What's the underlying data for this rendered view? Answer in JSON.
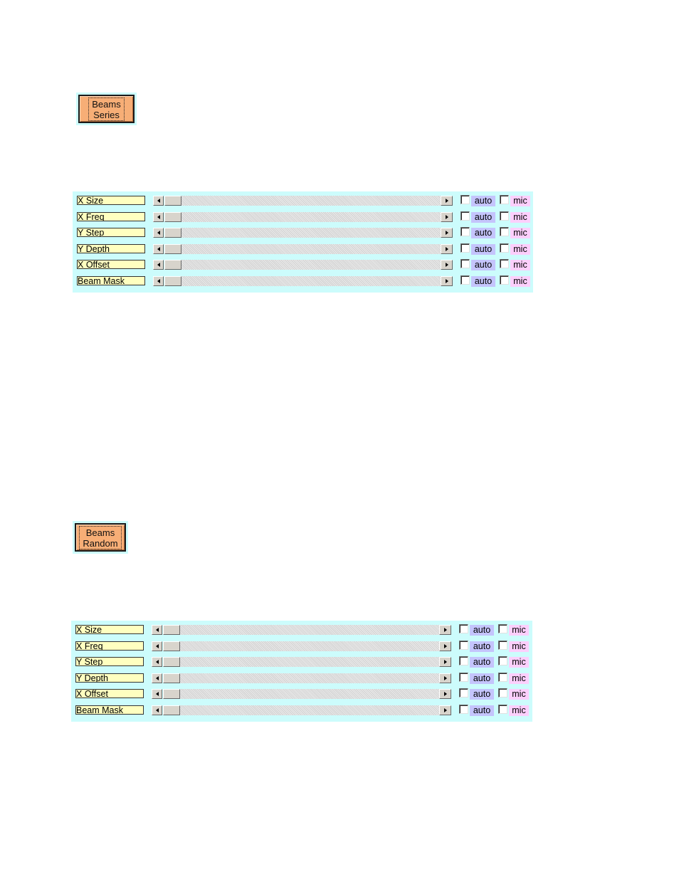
{
  "colors": {
    "panel_bg": "#ccfcfc",
    "button_bg": "#f7ae76",
    "label_bg": "#ffffc0",
    "auto_bg": "#c4c4fc",
    "mic_bg": "#fccffc"
  },
  "series": {
    "button": {
      "line1": "Beams",
      "line2": "Series"
    },
    "params": [
      {
        "first": "X",
        "rest": " Size",
        "auto_label": "auto",
        "mic_label": "mic",
        "auto_checked": false,
        "mic_checked": false
      },
      {
        "first": "X",
        "rest": " Freq",
        "auto_label": "auto",
        "mic_label": "mic",
        "auto_checked": false,
        "mic_checked": false
      },
      {
        "first": "Y",
        "rest": " Step",
        "auto_label": "auto",
        "mic_label": "mic",
        "auto_checked": false,
        "mic_checked": false
      },
      {
        "first": "Y",
        "rest": " Depth",
        "auto_label": "auto",
        "mic_label": "mic",
        "auto_checked": false,
        "mic_checked": false
      },
      {
        "first": "X",
        "rest": " Offset",
        "auto_label": "auto",
        "mic_label": "mic",
        "auto_checked": false,
        "mic_checked": false
      },
      {
        "first": "B",
        "rest": "eam Mask",
        "auto_label": "auto",
        "mic_label": "mic",
        "auto_checked": false,
        "mic_checked": false
      }
    ]
  },
  "random": {
    "button": {
      "line1": "Beams",
      "line2": "Random"
    },
    "params": [
      {
        "first": "X",
        "rest": " Size",
        "auto_label": "auto",
        "mic_label": "mic",
        "auto_checked": false,
        "mic_checked": false
      },
      {
        "first": "X",
        "rest": " Freq",
        "auto_label": "auto",
        "mic_label": "mic",
        "auto_checked": false,
        "mic_checked": false
      },
      {
        "first": "Y",
        "rest": " Step",
        "auto_label": "auto",
        "mic_label": "mic",
        "auto_checked": false,
        "mic_checked": false
      },
      {
        "first": "Y",
        "rest": " Depth",
        "auto_label": "auto",
        "mic_label": "mic",
        "auto_checked": false,
        "mic_checked": false
      },
      {
        "first": "X",
        "rest": " Offset",
        "auto_label": "auto",
        "mic_label": "mic",
        "auto_checked": false,
        "mic_checked": false
      },
      {
        "first": "B",
        "rest": "eam Mask",
        "auto_label": "auto",
        "mic_label": "mic",
        "auto_checked": false,
        "mic_checked": false
      }
    ]
  }
}
